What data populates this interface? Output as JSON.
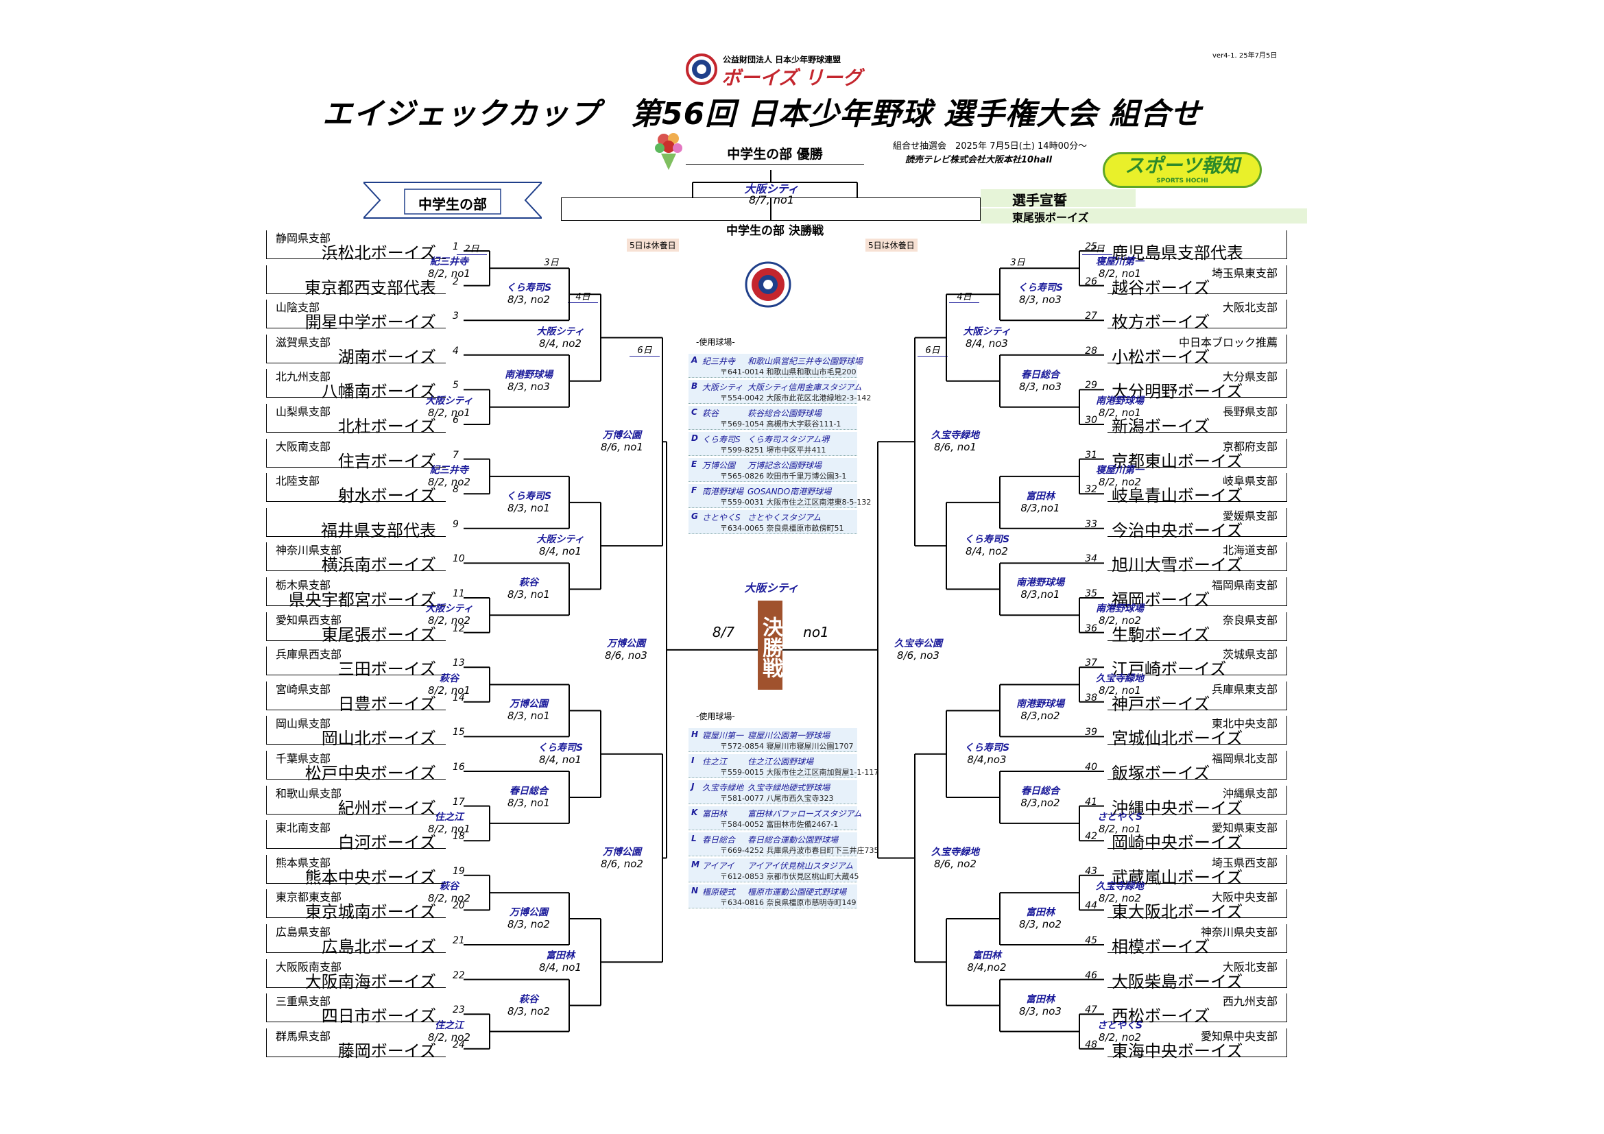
{
  "header": {
    "org_small": "公益財団法人 日本少年野球連盟",
    "org_logo_text": "ボーイズ リーグ",
    "version": "ver4-1. 25年7月5日",
    "title": "エイジェックカップ　第56回 日本少年野球 選手権大会 組合せ",
    "draw_info_1": "組合せ抽選会　2025年 7月5日(土) 14時00分～",
    "draw_info_2": "読売テレビ株式会社大阪本社10hall",
    "sponsor_logo": "スポーツ報知",
    "sponsor_logo_sub": "SPORTS HOCHI"
  },
  "division": {
    "name": "中学生の部",
    "champion_label": "中学生の部 優勝",
    "final_venue": "大阪シティ",
    "final_date": "8/7, no1",
    "final_label": "中学生の部 決勝戦"
  },
  "oath": {
    "label": "選手宣誓",
    "team": "東尾張ボーイズ"
  },
  "rest_day_left": "5日は休養日",
  "rest_day_right": "5日は休養日",
  "center_final": {
    "venue": "大阪シティ",
    "date": "8/7",
    "no": "no1",
    "label": "決勝戦"
  },
  "rounds": {
    "r1": "2日",
    "r2": "3日",
    "r3": "4日",
    "r4": "6日"
  },
  "left_teams": [
    {
      "branch": "静岡県支部",
      "name": "浜松北ボーイズ",
      "num": "1"
    },
    {
      "branch": "",
      "name": "東京都西支部代表",
      "num": "2"
    },
    {
      "branch": "山陰支部",
      "name": "開星中学ボーイズ",
      "num": "3"
    },
    {
      "branch": "滋賀県支部",
      "name": "湖南ボーイズ",
      "num": "4"
    },
    {
      "branch": "北九州支部",
      "name": "八幡南ボーイズ",
      "num": "5"
    },
    {
      "branch": "山梨県支部",
      "name": "北杜ボーイズ",
      "num": "6"
    },
    {
      "branch": "大阪南支部",
      "name": "住吉ボーイズ",
      "num": "7"
    },
    {
      "branch": "北陸支部",
      "name": "射水ボーイズ",
      "num": "8"
    },
    {
      "branch": "",
      "name": "福井県支部代表",
      "num": "9"
    },
    {
      "branch": "神奈川県支部",
      "name": "横浜南ボーイズ",
      "num": "10"
    },
    {
      "branch": "栃木県支部",
      "name": "県央宇都宮ボーイズ",
      "num": "11"
    },
    {
      "branch": "愛知県西支部",
      "name": "東尾張ボーイズ",
      "num": "12"
    },
    {
      "branch": "兵庫県西支部",
      "name": "三田ボーイズ",
      "num": "13"
    },
    {
      "branch": "宮崎県支部",
      "name": "日豊ボーイズ",
      "num": "14"
    },
    {
      "branch": "岡山県支部",
      "name": "岡山北ボーイズ",
      "num": "15"
    },
    {
      "branch": "千葉県支部",
      "name": "松戸中央ボーイズ",
      "num": "16"
    },
    {
      "branch": "和歌山県支部",
      "name": "紀州ボーイズ",
      "num": "17"
    },
    {
      "branch": "東北南支部",
      "name": "白河ボーイズ",
      "num": "18"
    },
    {
      "branch": "熊本県支部",
      "name": "熊本中央ボーイズ",
      "num": "19"
    },
    {
      "branch": "東京都東支部",
      "name": "東京城南ボーイズ",
      "num": "20"
    },
    {
      "branch": "広島県支部",
      "name": "広島北ボーイズ",
      "num": "21"
    },
    {
      "branch": "大阪阪南支部",
      "name": "大阪南海ボーイズ",
      "num": "22"
    },
    {
      "branch": "三重県支部",
      "name": "四日市ボーイズ",
      "num": "23"
    },
    {
      "branch": "群馬県支部",
      "name": "藤岡ボーイズ",
      "num": "24"
    }
  ],
  "right_teams": [
    {
      "branch": "",
      "name": "鹿児島県支部代表",
      "num": "25"
    },
    {
      "branch": "埼玉県東支部",
      "name": "越谷ボーイズ",
      "num": "26"
    },
    {
      "branch": "大阪北支部",
      "name": "枚方ボーイズ",
      "num": "27"
    },
    {
      "branch": "中日本ブロック推薦",
      "name": "小松ボーイズ",
      "num": "28"
    },
    {
      "branch": "大分県支部",
      "name": "大分明野ボーイズ",
      "num": "29"
    },
    {
      "branch": "長野県支部",
      "name": "新潟ボーイズ",
      "num": "30"
    },
    {
      "branch": "京都府支部",
      "name": "京都東山ボーイズ",
      "num": "31"
    },
    {
      "branch": "岐阜県支部",
      "name": "岐阜青山ボーイズ",
      "num": "32"
    },
    {
      "branch": "愛媛県支部",
      "name": "今治中央ボーイズ",
      "num": "33"
    },
    {
      "branch": "北海道支部",
      "name": "旭川大雪ボーイズ",
      "num": "34"
    },
    {
      "branch": "福岡県南支部",
      "name": "福岡ボーイズ",
      "num": "35"
    },
    {
      "branch": "奈良県支部",
      "name": "生駒ボーイズ",
      "num": "36"
    },
    {
      "branch": "茨城県支部",
      "name": "江戸崎ボーイズ",
      "num": "37"
    },
    {
      "branch": "兵庫県東支部",
      "name": "神戸ボーイズ",
      "num": "38"
    },
    {
      "branch": "東北中央支部",
      "name": "宮城仙北ボーイズ",
      "num": "39"
    },
    {
      "branch": "福岡県北支部",
      "name": "飯塚ボーイズ",
      "num": "40"
    },
    {
      "branch": "沖縄県支部",
      "name": "沖縄中央ボーイズ",
      "num": "41"
    },
    {
      "branch": "愛知県東支部",
      "name": "岡崎中央ボーイズ",
      "num": "42"
    },
    {
      "branch": "埼玉県西支部",
      "name": "武蔵嵐山ボーイズ",
      "num": "43"
    },
    {
      "branch": "大阪中央支部",
      "name": "東大阪北ボーイズ",
      "num": "44"
    },
    {
      "branch": "神奈川県央支部",
      "name": "相模ボーイズ",
      "num": "45"
    },
    {
      "branch": "大阪北支部",
      "name": "大阪柴島ボーイズ",
      "num": "46"
    },
    {
      "branch": "西九州支部",
      "name": "西松ボーイズ",
      "num": "47"
    },
    {
      "branch": "愛知県中央支部",
      "name": "東海中央ボーイズ",
      "num": "48"
    }
  ],
  "left_matches": {
    "r1": [
      {
        "venue": "紀三井寺",
        "label": "8/2, no1"
      },
      {
        "venue": "大阪シティ",
        "label": "8/2, no1"
      },
      {
        "venue": "紀三井寺",
        "label": "8/2, no2"
      },
      {
        "venue": "大阪シティ",
        "label": "8/2, no2"
      },
      {
        "venue": "萩谷",
        "label": "8/2, no1"
      },
      {
        "venue": "住之江",
        "label": "8/2, no1"
      },
      {
        "venue": "萩谷",
        "label": "8/2, no2"
      },
      {
        "venue": "住之江",
        "label": "8/2, no2"
      }
    ],
    "r2": [
      {
        "venue": "くら寿司S",
        "label": "8/3, no2"
      },
      {
        "venue": "南港野球場",
        "label": "8/3, no3"
      },
      {
        "venue": "くら寿司S",
        "label": "8/3, no1"
      },
      {
        "venue": "萩谷",
        "label": "8/3, no1"
      },
      {
        "venue": "万博公園",
        "label": "8/3, no1"
      },
      {
        "venue": "春日総合",
        "label": "8/3, no1"
      },
      {
        "venue": "万博公園",
        "label": "8/3, no2"
      },
      {
        "venue": "萩谷",
        "label": "8/3, no2"
      }
    ],
    "r3": [
      {
        "venue": "大阪シティ",
        "label": "8/4, no2"
      },
      {
        "venue": "大阪シティ",
        "label": "8/4, no1"
      },
      {
        "venue": "くら寿司S",
        "label": "8/4, no1"
      },
      {
        "venue": "富田林",
        "label": "8/4, no1"
      }
    ],
    "r4": [
      {
        "venue": "万博公園",
        "label": "8/6, no1"
      },
      {
        "venue": "万博公園",
        "label": "8/6, no2"
      }
    ],
    "semi": {
      "venue": "万博公園",
      "label": "8/6, no3"
    }
  },
  "right_matches": {
    "r1": [
      {
        "venue": "寝屋川第一",
        "label": "8/2, no1"
      },
      {
        "venue": "南港野球場",
        "label": "8/2, no1"
      },
      {
        "venue": "寝屋川第一",
        "label": "8/2, no2"
      },
      {
        "venue": "南港野球場",
        "label": "8/2, no2"
      },
      {
        "venue": "久宝寺緑地",
        "label": "8/2, no1"
      },
      {
        "venue": "さとやくS",
        "label": "8/2, no1"
      },
      {
        "venue": "久宝寺緑地",
        "label": "8/2, no2"
      },
      {
        "venue": "さとやくS",
        "label": "8/2, no2"
      }
    ],
    "r2": [
      {
        "venue": "くら寿司S",
        "label": "8/3, no3"
      },
      {
        "venue": "春日総合",
        "label": "8/3, no3"
      },
      {
        "venue": "富田林",
        "label": "8/3,no1"
      },
      {
        "venue": "南港野球場",
        "label": "8/3,no1"
      },
      {
        "venue": "南港野球場",
        "label": "8/3,no2"
      },
      {
        "venue": "春日総合",
        "label": "8/3,no2"
      },
      {
        "venue": "富田林",
        "label": "8/3, no2"
      },
      {
        "venue": "富田林",
        "label": "8/3, no3"
      }
    ],
    "r3": [
      {
        "venue": "大阪シティ",
        "label": "8/4, no3"
      },
      {
        "venue": "くら寿司S",
        "label": "8/4, no2"
      },
      {
        "venue": "くら寿司S",
        "label": "8/4,no3"
      },
      {
        "venue": "富田林",
        "label": "8/4,no2"
      }
    ],
    "r4": [
      {
        "venue": "久宝寺緑地",
        "label": "8/6, no1"
      },
      {
        "venue": "久宝寺緑地",
        "label": "8/6, no2"
      }
    ],
    "semi": {
      "venue": "久宝寺公園",
      "label": "8/6, no3"
    }
  },
  "venues_top": {
    "heading": "-使用球場-",
    "rows": [
      {
        "code": "A",
        "short": "紀三井寺",
        "name": "和歌山県営紀三井寺公園野球場",
        "addr": "〒641-0014  和歌山県和歌山市毛見200"
      },
      {
        "code": "B",
        "short": "大阪シティ",
        "name": "大阪シティ信用金庫スタジアム",
        "addr": "〒554-0042 大阪市此花区北港緑地2-3-142"
      },
      {
        "code": "C",
        "short": "萩谷",
        "name": "萩谷総合公園野球場",
        "addr": "〒569-1054 高槻市大字萩谷111-1"
      },
      {
        "code": "D",
        "short": "くら寿司S",
        "name": "くら寿司スタジアム堺",
        "addr": "〒599-8251 堺市中区平井411"
      },
      {
        "code": "E",
        "short": "万博公園",
        "name": "万博記念公園野球場",
        "addr": "〒565-0826 吹田市千里万博公園3-1"
      },
      {
        "code": "F",
        "short": "南港野球場",
        "name": "GOSANDO南港野球場",
        "addr": "〒559-0031 大阪市住之江区南港東8-5-132"
      },
      {
        "code": "G",
        "short": "さとやくS",
        "name": "さとやくスタジアム",
        "addr": "〒634-0065 奈良県橿原市畝傍町51"
      }
    ]
  },
  "venues_bottom": {
    "heading": "-使用球場-",
    "rows": [
      {
        "code": "H",
        "short": "寝屋川第一",
        "name": "寝屋川公園第一野球場",
        "addr": "〒572-0854  寝屋川市寝屋川公園1707"
      },
      {
        "code": "I",
        "short": "住之江",
        "name": "住之江公園野球場",
        "addr": "〒559-0015 大阪市住之江区南加賀屋1-1-117"
      },
      {
        "code": "J",
        "short": "久宝寺緑地",
        "name": "久宝寺緑地硬式野球場",
        "addr": "〒581-0077  八尾市西久宝寺323"
      },
      {
        "code": "K",
        "short": "富田林",
        "name": "富田林バファローズスタジアム",
        "addr": "〒584-0052  富田林市佐備2467-1"
      },
      {
        "code": "L",
        "short": "春日総合",
        "name": "春日総合運動公園野球場",
        "addr": "〒669-4252  兵庫県丹波市春日町下三井庄735"
      },
      {
        "code": "M",
        "short": "アイアイ",
        "name": "アイアイ伏見桃山スタジアム",
        "addr": "〒612-0853  京都市伏見区桃山町大蔵45"
      },
      {
        "code": "N",
        "short": "橿原硬式",
        "name": "橿原市運動公園硬式野球場",
        "addr": "〒634-0816  奈良県橿原市慈明寺町149"
      }
    ]
  }
}
